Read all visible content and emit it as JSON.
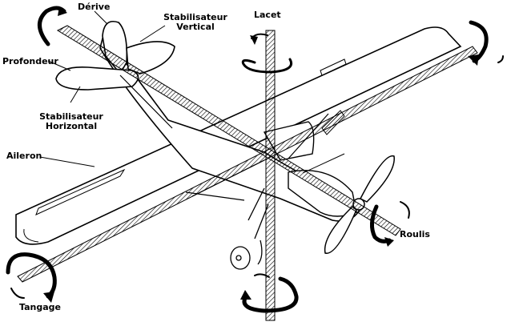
{
  "labels": {
    "derive": "Dérive",
    "stab_vertical_1": "Stabilisateur",
    "stab_vertical_2": "Vertical",
    "lacet": "Lacet",
    "profondeur": "Profondeur",
    "stab_horizontal_1": "Stabilisateur",
    "stab_horizontal_2": "Horizontal",
    "aileron": "Aileron",
    "roulis": "Roulis",
    "tangage": "Tangage"
  },
  "colors": {
    "ink": "#000000",
    "paper": "#ffffff"
  }
}
